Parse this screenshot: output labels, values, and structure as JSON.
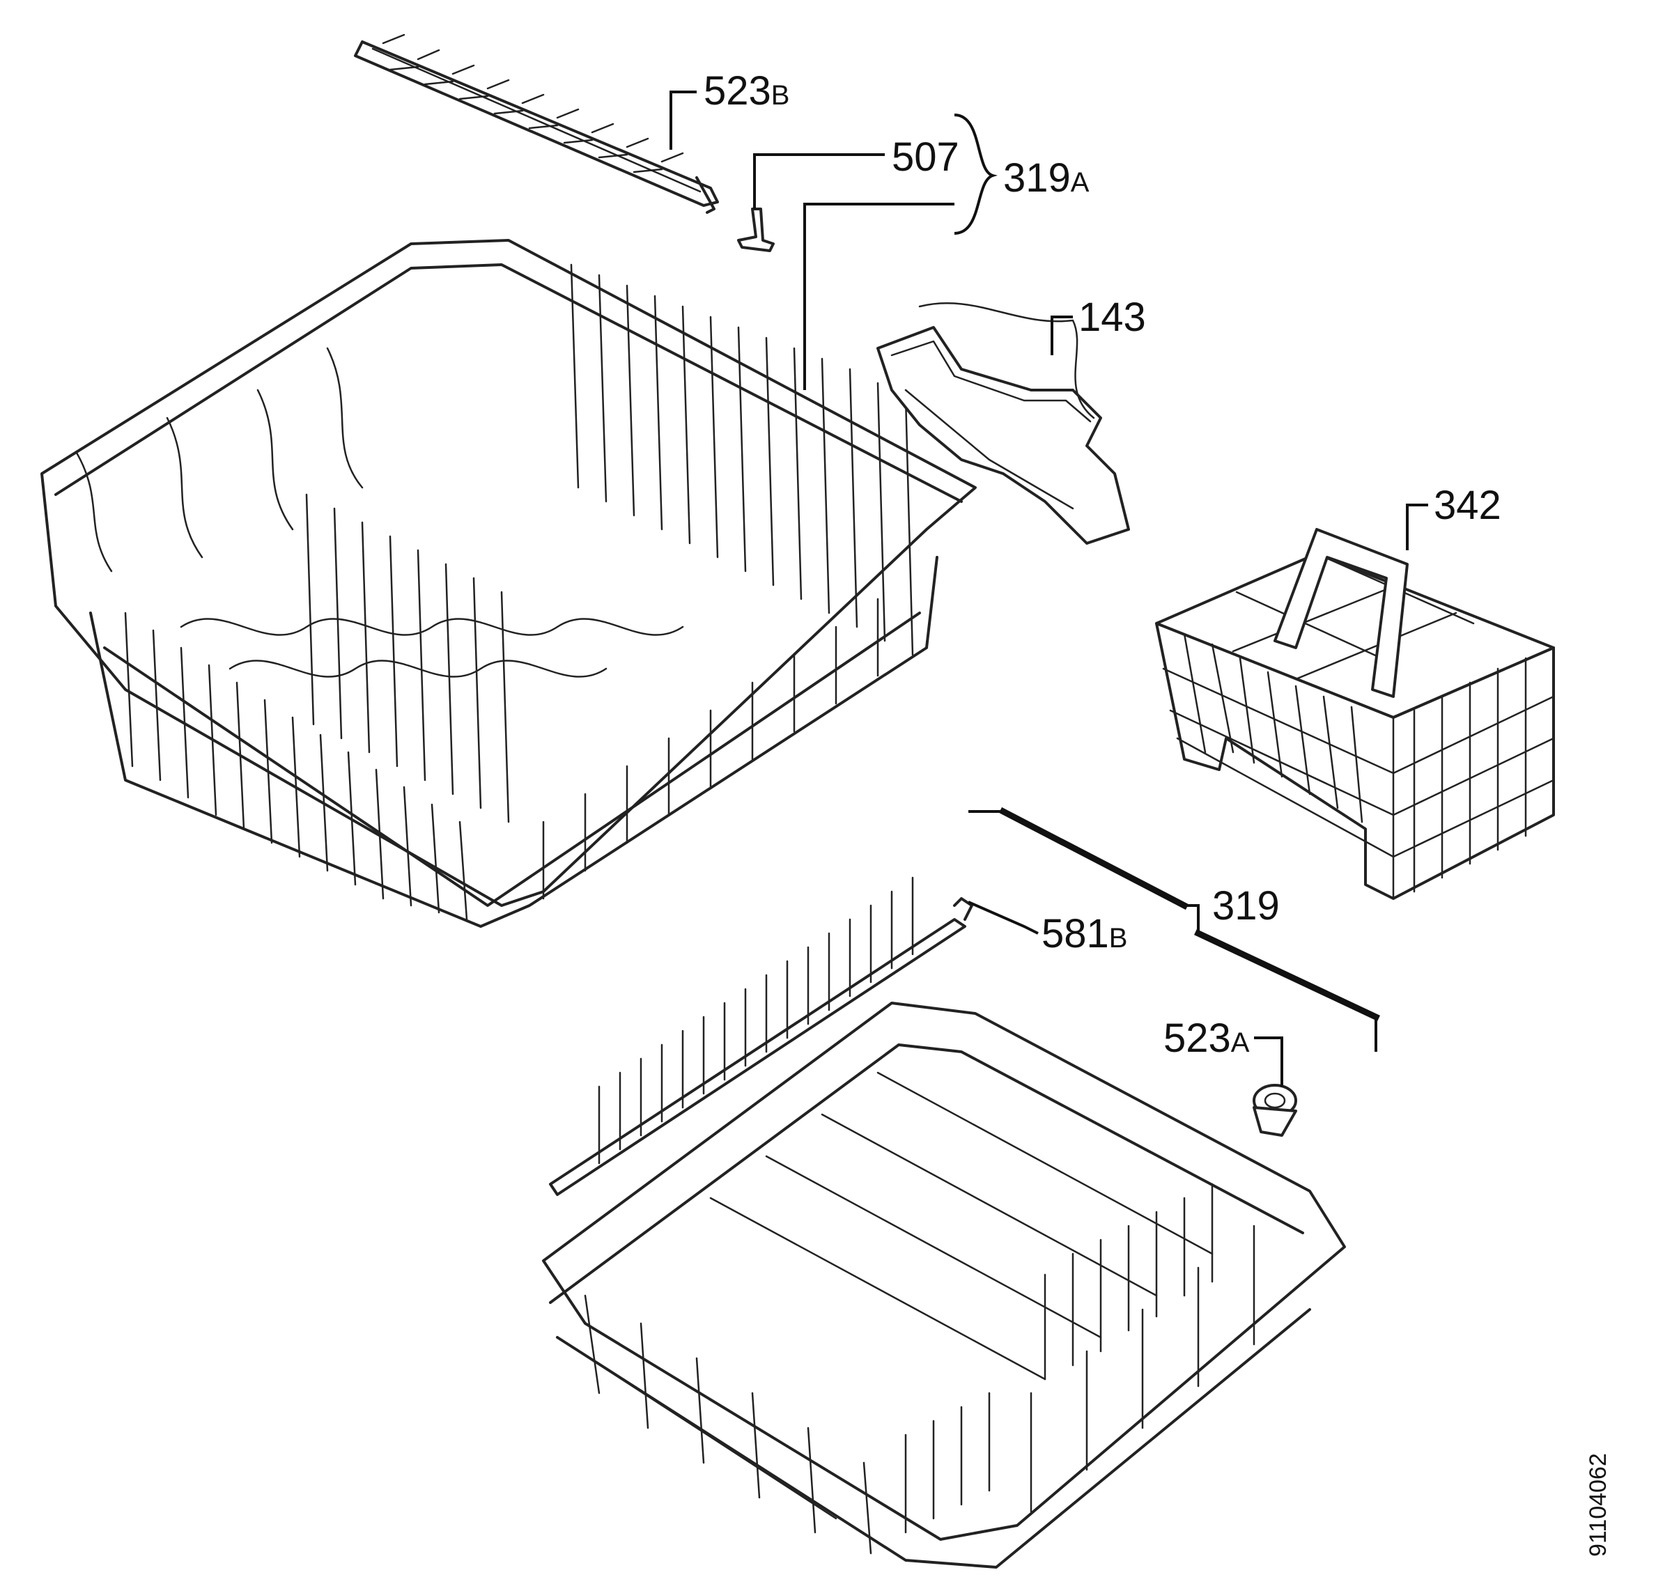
{
  "labels": {
    "l523b": {
      "main": "523",
      "suffix": "B"
    },
    "l507": {
      "main": "507",
      "suffix": ""
    },
    "l319a": {
      "main": "319",
      "suffix": "A"
    },
    "l143": {
      "main": "143",
      "suffix": ""
    },
    "l342": {
      "main": "342",
      "suffix": ""
    },
    "l319": {
      "main": "319",
      "suffix": ""
    },
    "l581b": {
      "main": "581",
      "suffix": "B"
    },
    "l523a": {
      "main": "523",
      "suffix": "A"
    }
  },
  "document_number": "91104062"
}
